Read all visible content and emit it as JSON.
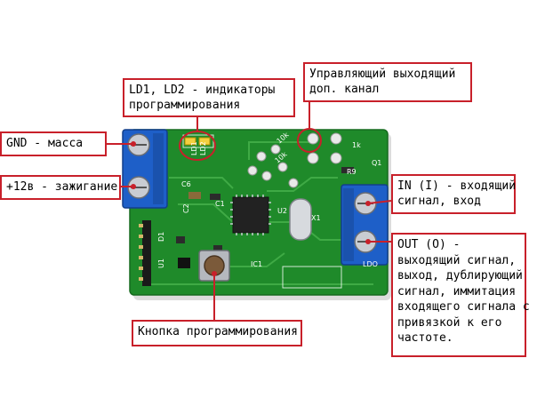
{
  "colors": {
    "callout_border": "#c8202a",
    "leader_line": "#c8202a",
    "pcb_green": "#1f8a2a",
    "terminal_blue": "#1e5fc8"
  },
  "board": {
    "silkscreen": [
      "LD1",
      "LD2",
      "C1",
      "C2",
      "C6",
      "U2",
      "R9",
      "Q1",
      "X1",
      "D1",
      "U1",
      "IC1",
      "LDO",
      "10k",
      "10k",
      "1k"
    ]
  },
  "callouts": {
    "ld": {
      "lines": [
        "LD1, LD2 - индикаторы",
        "программирования"
      ]
    },
    "ctrl": {
      "lines": [
        "Управляющий выходящий",
        "доп. канал"
      ]
    },
    "gnd": {
      "lines": [
        "GND - масса"
      ]
    },
    "ign": {
      "lines": [
        "+12в - зажигание"
      ]
    },
    "in": {
      "lines": [
        "IN (I) - входящий",
        "сигнал, вход"
      ]
    },
    "out": {
      "lines": [
        "OUT (O) -",
        "выходящий сигнал,",
        "выход, дублирующий",
        "сигнал, иммитация",
        "входящего сигнала с",
        "привязкой к его",
        "частоте."
      ]
    },
    "btn": {
      "lines": [
        "Кнопка программирования"
      ]
    }
  }
}
